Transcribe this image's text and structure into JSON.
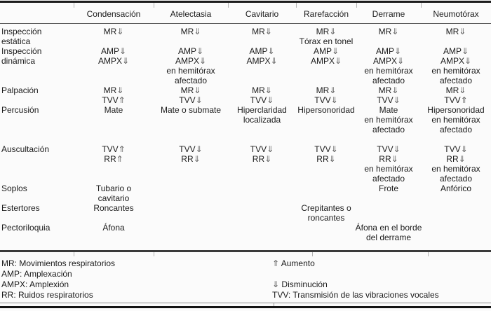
{
  "colors": {
    "ink": "#1b1b1b",
    "arrow": "#5c5c5c"
  },
  "table": {
    "columns": [
      "",
      "Condensación",
      "Atelectasia",
      "Cavitario",
      "Rarefacción",
      "Derrame",
      "Neumotórax"
    ],
    "rows": [
      {
        "label": [
          "Inspección",
          "estática"
        ],
        "cells": [
          [
            "MR ⇓"
          ],
          [
            "MR ⇓"
          ],
          [
            "MR ⇓"
          ],
          [
            "MR ⇓",
            "Tórax en tonel"
          ],
          [
            "MR ⇓"
          ],
          [
            "MR ⇓"
          ]
        ]
      },
      {
        "label": [
          "Inspección",
          "dinámica"
        ],
        "cells": [
          [
            "AMP ⇓",
            "AMPX ⇓"
          ],
          [
            "AMP ⇓",
            "AMPX ⇓",
            "en hemitórax",
            "afectado"
          ],
          [
            "AMP ⇓",
            "AMPX ⇓"
          ],
          [
            "AMP ⇓",
            "AMPX ⇓"
          ],
          [
            "AMP ⇓",
            "AMPX ⇓",
            "en hemitórax",
            "afectado"
          ],
          [
            "AMP ⇓",
            "AMPX ⇓",
            "en hemitórax",
            "afectado"
          ]
        ]
      },
      {
        "label": [
          "Palpación"
        ],
        "cells": [
          [
            "MR ⇓",
            "TVV ⇑"
          ],
          [
            "MR ⇓",
            "TVV ⇓"
          ],
          [
            "MR ⇓",
            "TVV ⇓"
          ],
          [
            "MR ⇓",
            "TVV ⇓"
          ],
          [
            "MR ⇓",
            "TVV ⇓"
          ],
          [
            "MR ⇓",
            "TVV ⇑"
          ]
        ]
      },
      {
        "label": [
          "Percusión"
        ],
        "cells": [
          [
            "Mate"
          ],
          [
            "Mate o submate"
          ],
          [
            "Hiperclaridad",
            "localizada"
          ],
          [
            "Hipersonoridad"
          ],
          [
            "Mate",
            "en hemitórax",
            "afectado"
          ],
          [
            "Hipersonoridad",
            "en hemitórax",
            "afectado"
          ]
        ]
      },
      {
        "label": [
          "Auscultación"
        ],
        "cells": [
          [
            "TVV ⇑",
            "RR ⇑"
          ],
          [
            "TVV ⇓",
            "RR ⇓"
          ],
          [
            "TVV ⇓",
            "RR ⇓"
          ],
          [
            "TVV ⇓",
            "RR ⇓"
          ],
          [
            "TVV ⇓",
            "RR ⇓",
            "en hemitórax",
            "afectado"
          ],
          [
            "TVV ⇓",
            "RR ⇓",
            "en hemitórax",
            "afectado"
          ]
        ]
      },
      {
        "label": [
          "Soplos"
        ],
        "cells": [
          [
            "Tubario o",
            "cavitario"
          ],
          [],
          [],
          [],
          [
            "Frote"
          ],
          [
            "Anfórico"
          ]
        ]
      },
      {
        "label": [
          "Estertores"
        ],
        "cells": [
          [
            "Roncantes"
          ],
          [],
          [],
          [
            "Crepitantes o",
            "roncantes"
          ],
          [],
          []
        ]
      },
      {
        "label": [
          "Pectoriloquia"
        ],
        "cells": [
          [
            "Áfona"
          ],
          [],
          [],
          [],
          [
            "Áfona en el borde",
            "del derrame"
          ],
          []
        ]
      }
    ]
  },
  "legend": {
    "left": [
      "MR: Movimientos respiratorios",
      "AMP: Amplexación",
      "AMPX: Amplexión",
      "RR: Ruidos respiratorios"
    ],
    "right": [
      "⇑ Aumento",
      "",
      "⇓ Disminución",
      "TVV: Transmisión de las vibraciones vocales"
    ]
  }
}
